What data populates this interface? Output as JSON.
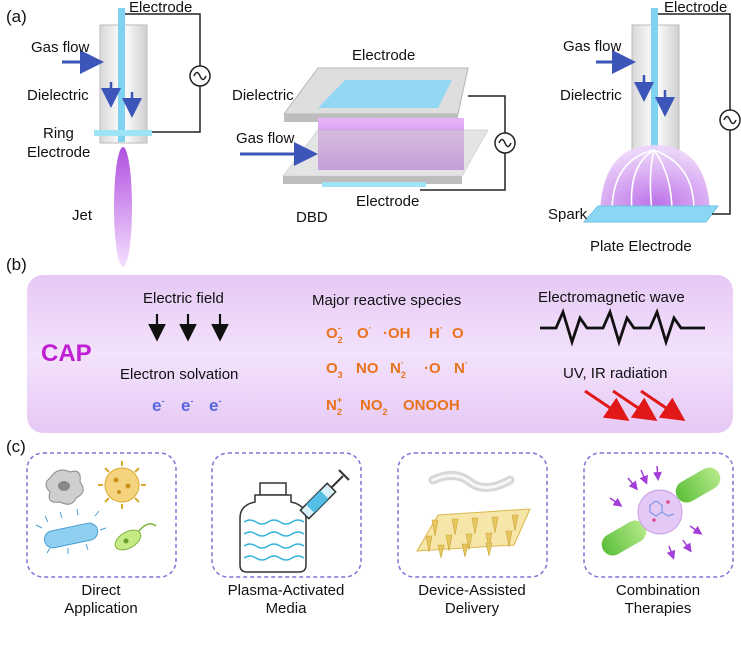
{
  "panel_labels": {
    "a": "(a)",
    "b": "(b)",
    "c": "(c)"
  },
  "jet": {
    "electrode": "Electrode",
    "gas_flow": "Gas flow",
    "dielectric": "Dielectric",
    "ring_electrode_line1": "Ring",
    "ring_electrode_line2": "Electrode",
    "caption": "Jet"
  },
  "dbd": {
    "electrode_top": "Electrode",
    "dielectric": "Dielectric",
    "gas_flow": "Gas flow",
    "electrode_bottom": "Electrode",
    "caption": "DBD"
  },
  "spark": {
    "electrode": "Electrode",
    "gas_flow": "Gas flow",
    "dielectric": "Dielectric",
    "spark_label": "Spark",
    "plate_electrode": "Plate Electrode"
  },
  "cap_box": {
    "title": "CAP",
    "electric_field": "Electric field",
    "electron_solvation": "Electron solvation",
    "electron_symbol": "e",
    "electron_charge": "-",
    "reactive_title": "Major reactive species",
    "species": {
      "o2": "O",
      "o2_sub": "2",
      "o2_sup": "-",
      "o_rad": "O",
      "o_rad_sup": "·",
      "oh": "·OH",
      "h": "H",
      "h_sup": "·",
      "o_plain": "O",
      "o3": "O",
      "o3_sub": "3",
      "no": "NO",
      "n2": "N",
      "n2_sub": "2",
      "n2_sup": "·",
      "o_dot": "·O",
      "n": "N",
      "n_sup": "·",
      "n2plus": "N",
      "n2plus_sub": "2",
      "n2plus_sup": "+",
      "no2": "NO",
      "no2_sub": "2",
      "onooh": "ONOOH"
    },
    "em_wave": "Electromagnetic wave",
    "uv_ir": "UV, IR radiation"
  },
  "applications": [
    {
      "line1": "Direct",
      "line2": "Application"
    },
    {
      "line1": "Plasma-Activated",
      "line2": "Media"
    },
    {
      "line1": "Device-Assisted",
      "line2": "Delivery"
    },
    {
      "line1": "Combination",
      "line2": "Therapies"
    }
  ],
  "colors": {
    "electrode_blue": "#7fd3f0",
    "plasma_purple": "#c77ee8",
    "cap_box": "#e4c2f2",
    "arrow_blue": "#3b55b8",
    "species_orange": "#e8731c",
    "cap_magenta": "#c11ed4",
    "arrow_red": "#e01818",
    "dashed_border": "#7b76d6"
  }
}
